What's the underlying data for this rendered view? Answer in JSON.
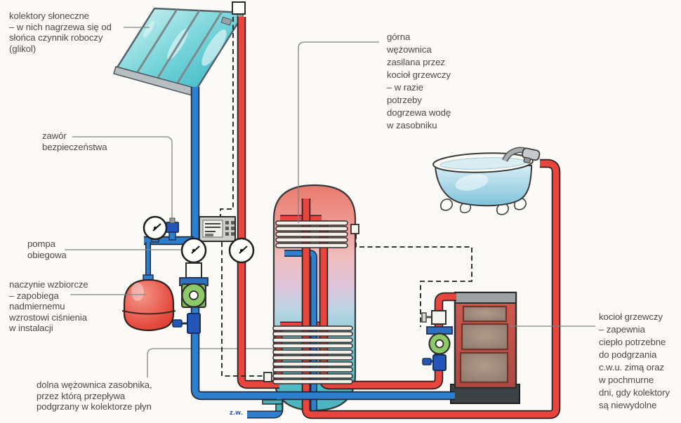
{
  "labels": {
    "solar_collectors": {
      "lines": [
        "kolektory słoneczne",
        "– w nich nagrzewa się od",
        "słońca czynnik roboczy",
        "(glikol)"
      ]
    },
    "safety_valve": {
      "lines": [
        "zawór",
        "bezpieczeństwa"
      ]
    },
    "circulation_pump": {
      "lines": [
        "pompa",
        "obiegowa"
      ]
    },
    "expansion_vessel": {
      "lines": [
        "naczynie wzbiorcze",
        "– zapobiega",
        "nadmiernemu",
        "wzrostowi ciśnienia",
        "w instalacji"
      ]
    },
    "lower_coil": {
      "lines": [
        "dolna wężownica zasobnika,",
        "przez którą przepływa",
        "podgrzany w kolektorze płyn"
      ]
    },
    "upper_coil": {
      "lines": [
        "górna",
        "wężownica",
        "zasilana przez",
        "kocioł grzewczy",
        "– w razie",
        "potrzeby",
        "dogrzewa wodę",
        "w zasobniku"
      ]
    },
    "boiler": {
      "lines": [
        "kocioł grzewczy",
        "– zapewnia",
        "ciepło potrzebne",
        "do podgrzania",
        "c.w.u. zimą oraz",
        "w pochmurne",
        "dni, gdy kolektory",
        "są niewydolne"
      ]
    },
    "cold_water_inlet": "z.w."
  },
  "colors": {
    "hot_pipe": "#e8453e",
    "cold_pipe": "#2e7fd0",
    "pump_green": "#8dc868",
    "collector_glass": "#63c6cf",
    "tank_top": "#ea8175",
    "tank_bottom": "#49b2c0",
    "boiler_red": "#c65247"
  }
}
